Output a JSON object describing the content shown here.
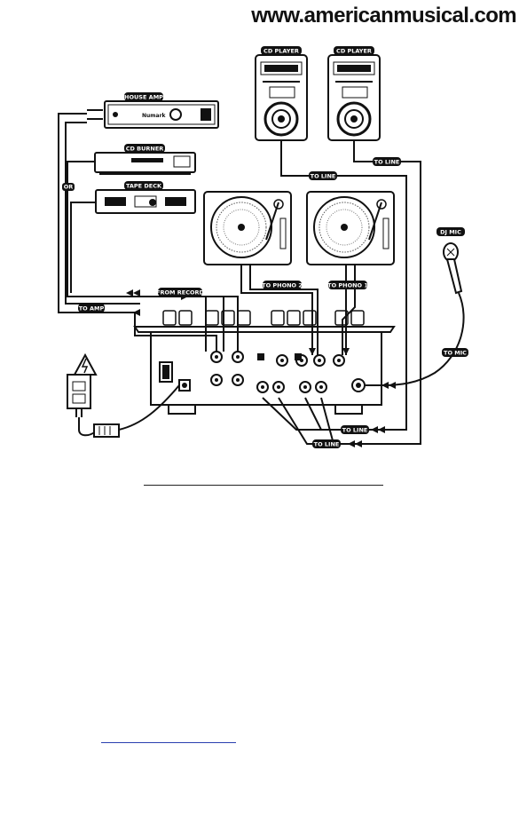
{
  "header": {
    "website": "www.americanmusical.com"
  },
  "devices": {
    "house_amp": "HOUSE AMP",
    "amp_brand": "Numark",
    "cd_burner": "CD BURNER",
    "tape_deck": "TAPE DECK",
    "cd_player_1": "CD PLAYER",
    "cd_player_2": "CD PLAYER",
    "dj_mic": "DJ MIC"
  },
  "connections": {
    "or": "OR",
    "from_record": "FROM RECORD",
    "to_amp": "TO AMP",
    "to_phono_2": "TO PHONO 2",
    "to_phono_1": "TO PHONO 1",
    "to_line_cd1": "TO LINE",
    "to_line_cd2": "TO LINE",
    "to_line_a": "TO LINE",
    "to_line_b": "TO LINE",
    "to_mic": "TO MIC"
  }
}
